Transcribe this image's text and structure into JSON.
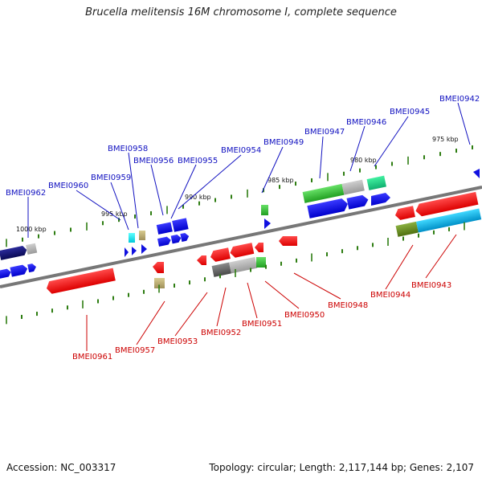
{
  "title": "Brucella melitensis 16M chromosome I, complete sequence",
  "footer": {
    "accession": "Accession: NC_003317",
    "topology": "Topology: circular; Length: 2,117,144 bp; Genes: 2,107"
  },
  "colors": {
    "backbone": "#777777",
    "top_label": "#1010c0",
    "bottom_label": "#cc0000",
    "tick": "#2e7d12",
    "kbp": "#111111"
  },
  "kbp_markers": [
    "1000 kbp",
    "995 kbp",
    "990 kbp",
    "985 kbp",
    "980 kbp",
    "975 kbp"
  ],
  "top_labels": [
    "BMEI0962",
    "BMEI0960",
    "BMEI0959",
    "BMEI0958",
    "BMEI0956",
    "BMEI0955",
    "BMEI0954",
    "BMEI0949",
    "BMEI0947",
    "BMEI0946",
    "BMEI0945",
    "BMEI0942"
  ],
  "bottom_labels": [
    "BMEI0961",
    "BMEI0957",
    "BMEI0953",
    "BMEI0952",
    "BMEI0951",
    "BMEI0950",
    "BMEI0948",
    "BMEI0944",
    "BMEI0943"
  ]
}
